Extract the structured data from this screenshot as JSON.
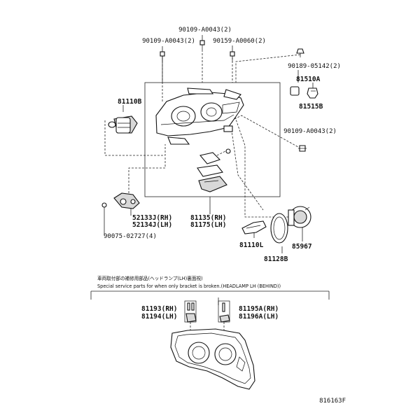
{
  "parts": {
    "screw_a": "90109-A0043(2)",
    "screw_b": "90109-A0043(2)",
    "screw_c": "90159-A0060(2)",
    "screw_d": "90189-05142(2)",
    "cap": "81510A",
    "socket_small": "81515B",
    "screw_e": "90109-A0043(2)",
    "bulb_high": "81110B",
    "bracket_rh": "52133J(RH)",
    "bracket_lh": "52134J(LH)",
    "clip": "90075-02727(4)",
    "lamp_rh": "81135(RH)",
    "lamp_lh": "81175(LH)",
    "bulb_low": "81110L",
    "gasket": "81128B",
    "ballast": "85967"
  },
  "service_note": {
    "japanese": "車両取付部の補修用部品(ヘッドランプ(LH)裏面視)",
    "english": "Special service parts for when only bracket is broken.(HEADLAMP LH (BEHIND))"
  },
  "service_parts": {
    "left_rh": "81193(RH)",
    "left_lh": "81194(LH)",
    "right_rh": "81195A(RH)",
    "right_lh": "81196A(LH)"
  },
  "diagram_code": "816163F"
}
